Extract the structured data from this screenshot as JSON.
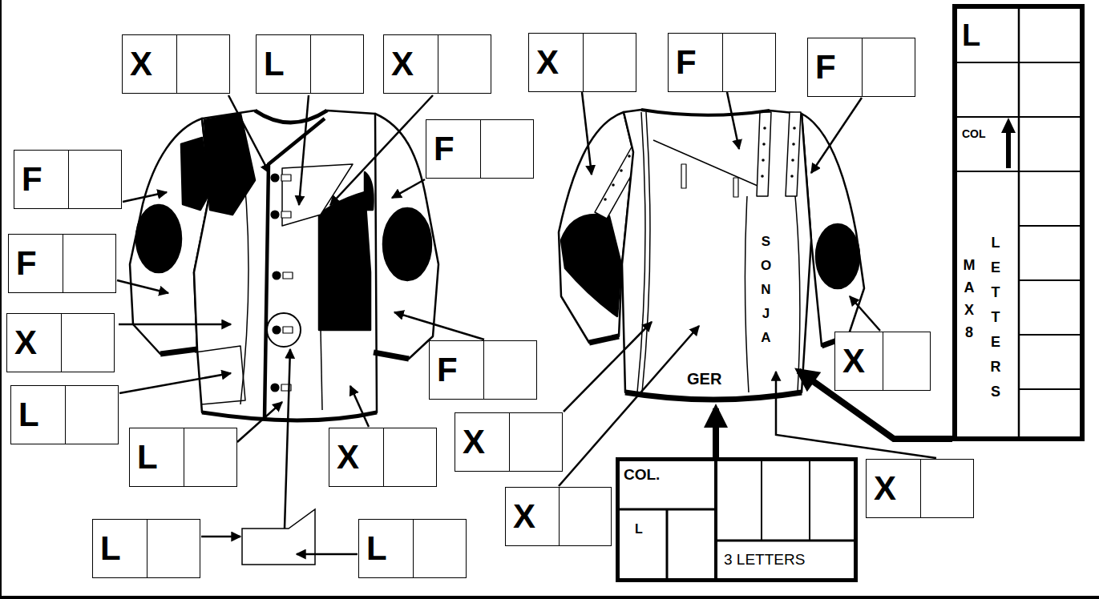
{
  "diagram": {
    "nodes": [
      {
        "text": [
          "X"
        ]
      },
      {
        "text": [
          "L"
        ]
      },
      {
        "text": [
          "X"
        ]
      },
      {
        "text": [
          "X"
        ]
      },
      {
        "text": [
          "F"
        ]
      },
      {
        "text": [
          "F"
        ]
      },
      {
        "text": [
          "L",
          "COL",
          "MAX 8",
          "LETTERS"
        ]
      },
      {
        "text": [
          "F"
        ]
      },
      {
        "text": [
          "F"
        ]
      },
      {
        "text": [
          "F"
        ]
      },
      {
        "text": [
          "X"
        ]
      },
      {
        "text": [
          "X"
        ]
      },
      {
        "text": [
          "F"
        ]
      },
      {
        "text": [
          "L"
        ]
      },
      {
        "text": [
          "X"
        ]
      },
      {
        "text": [
          "L"
        ]
      },
      {
        "text": [
          "X"
        ]
      },
      {
        "text": [
          "X"
        ]
      },
      {
        "text": [
          "COL.",
          "L",
          "3 LETTERS"
        ]
      },
      {
        "text": [
          "X"
        ]
      },
      {
        "text": [
          "L"
        ]
      },
      {
        "text": [
          "L"
        ]
      }
    ],
    "labels": [
      "SONJA",
      "GER"
    ]
  }
}
